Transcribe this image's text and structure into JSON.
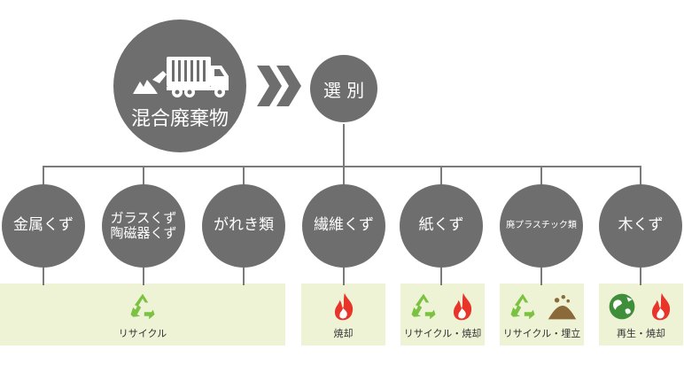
{
  "main_node": {
    "label": "混合廃棄物",
    "icon": "garbage-truck-icon"
  },
  "arrow_icon": "double-chevron-right-icon",
  "sort_node": {
    "label": "選 別"
  },
  "categories": [
    {
      "label": "金属くず"
    },
    {
      "label_line1": "ガラスくず",
      "label_line2": "陶磁器くず"
    },
    {
      "label": "がれき類"
    },
    {
      "label": "繊維くず"
    },
    {
      "label": "紙くず"
    },
    {
      "label": "廃プラスチック類"
    },
    {
      "label": "木くず"
    }
  ],
  "treatments": [
    {
      "label": "リサイクル",
      "icons": [
        "recycle-icon"
      ]
    },
    {
      "label": "焼却",
      "icons": [
        "flame-icon"
      ]
    },
    {
      "label": "リサイクル・焼却",
      "icons": [
        "recycle-icon",
        "flame-icon"
      ]
    },
    {
      "label": "リサイクル・埋立",
      "icons": [
        "recycle-icon",
        "soil-pile-icon"
      ]
    },
    {
      "label": "再生・焼却",
      "icons": [
        "earth-recycle-icon",
        "flame-icon"
      ]
    }
  ],
  "colors": {
    "node_gray": "#6e6e6e",
    "box_bg": "#eef3d6",
    "recycle_green": "#7cc242",
    "flame_red": "#e8352a",
    "soil_brown": "#8a6a3a"
  }
}
